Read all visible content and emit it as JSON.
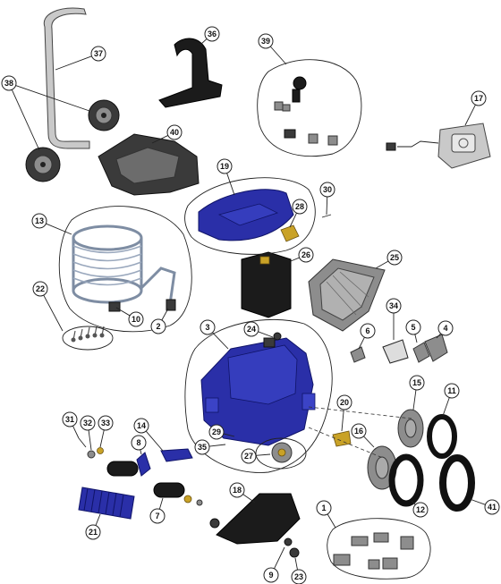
{
  "diagram": {
    "part_numbers": [
      "1",
      "2",
      "3",
      "4",
      "5",
      "6",
      "7",
      "8",
      "9",
      "10",
      "11",
      "12",
      "13",
      "14",
      "15",
      "16",
      "17",
      "18",
      "19",
      "20",
      "21",
      "22",
      "23",
      "24",
      "25",
      "26",
      "27",
      "28",
      "29",
      "30",
      "31",
      "32",
      "33",
      "34",
      "35",
      "36",
      "37",
      "38",
      "39",
      "40",
      "41"
    ]
  }
}
